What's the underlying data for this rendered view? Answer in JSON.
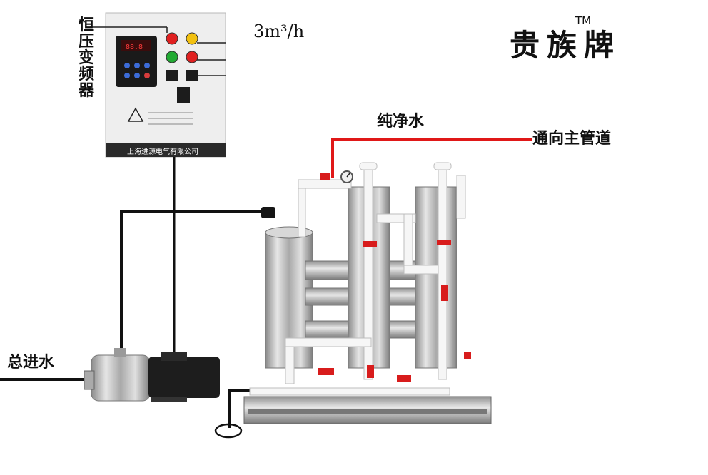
{
  "flow_rate": "3m³/h",
  "brand": {
    "name": "贵族牌",
    "trademark": "TM"
  },
  "controller": {
    "label": "恒压变频器",
    "panel_brand_text": "上海进源电气有限公司"
  },
  "labels": {
    "pure_water": "纯净水",
    "to_main_pipe": "通向主管道",
    "main_inlet": "总进水"
  },
  "colors": {
    "pure_water_pipe": "#e01818",
    "wire": "#111111",
    "stainless": "#c9c9c9",
    "pvc": "#f4f4f4",
    "valve": "#d81c1c"
  }
}
